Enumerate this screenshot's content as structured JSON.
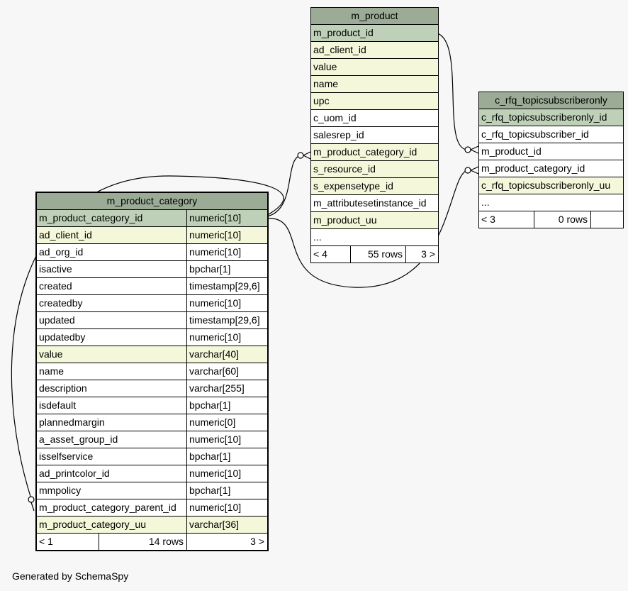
{
  "tables": {
    "m_product": {
      "name": "m_product",
      "columns": [
        {
          "name": "m_product_id",
          "style": "pk"
        },
        {
          "name": "ad_client_id",
          "style": "idx"
        },
        {
          "name": "value",
          "style": "idx"
        },
        {
          "name": "name",
          "style": "idx"
        },
        {
          "name": "upc",
          "style": "idx"
        },
        {
          "name": "c_uom_id",
          "style": ""
        },
        {
          "name": "salesrep_id",
          "style": ""
        },
        {
          "name": "m_product_category_id",
          "style": "idx"
        },
        {
          "name": "s_resource_id",
          "style": "idx"
        },
        {
          "name": "s_expensetype_id",
          "style": "idx"
        },
        {
          "name": "m_attributesetinstance_id",
          "style": ""
        },
        {
          "name": "m_product_uu",
          "style": "idx"
        },
        {
          "name": "...",
          "style": ""
        }
      ],
      "footer": {
        "parents": "< 4",
        "rows": "55 rows",
        "children": "3 >"
      }
    },
    "c_rfq_topicsubscriberonly": {
      "name": "c_rfq_topicsubscriberonly",
      "columns": [
        {
          "name": "c_rfq_topicsubscriberonly_id",
          "style": "pk"
        },
        {
          "name": "c_rfq_topicsubscriber_id",
          "style": ""
        },
        {
          "name": "m_product_id",
          "style": ""
        },
        {
          "name": "m_product_category_id",
          "style": ""
        },
        {
          "name": "c_rfq_topicsubscriberonly_uu",
          "style": "idx"
        },
        {
          "name": "...",
          "style": ""
        }
      ],
      "footer": {
        "parents": "< 3",
        "rows": "0 rows",
        "children": ""
      }
    },
    "m_product_category": {
      "name": "m_product_category",
      "columns": [
        {
          "name": "m_product_category_id",
          "type": "numeric[10]",
          "style": "pk"
        },
        {
          "name": "ad_client_id",
          "type": "numeric[10]",
          "style": "idx"
        },
        {
          "name": "ad_org_id",
          "type": "numeric[10]",
          "style": ""
        },
        {
          "name": "isactive",
          "type": "bpchar[1]",
          "style": ""
        },
        {
          "name": "created",
          "type": "timestamp[29,6]",
          "style": ""
        },
        {
          "name": "createdby",
          "type": "numeric[10]",
          "style": ""
        },
        {
          "name": "updated",
          "type": "timestamp[29,6]",
          "style": ""
        },
        {
          "name": "updatedby",
          "type": "numeric[10]",
          "style": ""
        },
        {
          "name": "value",
          "type": "varchar[40]",
          "style": "idx"
        },
        {
          "name": "name",
          "type": "varchar[60]",
          "style": ""
        },
        {
          "name": "description",
          "type": "varchar[255]",
          "style": ""
        },
        {
          "name": "isdefault",
          "type": "bpchar[1]",
          "style": ""
        },
        {
          "name": "plannedmargin",
          "type": "numeric[0]",
          "style": ""
        },
        {
          "name": "a_asset_group_id",
          "type": "numeric[10]",
          "style": ""
        },
        {
          "name": "isselfservice",
          "type": "bpchar[1]",
          "style": ""
        },
        {
          "name": "ad_printcolor_id",
          "type": "numeric[10]",
          "style": ""
        },
        {
          "name": "mmpolicy",
          "type": "bpchar[1]",
          "style": ""
        },
        {
          "name": "m_product_category_parent_id",
          "type": "numeric[10]",
          "style": ""
        },
        {
          "name": "m_product_category_uu",
          "type": "varchar[36]",
          "style": "idx"
        }
      ],
      "footer": {
        "parents": "< 1",
        "rows": "14 rows",
        "children": "3 >"
      }
    }
  },
  "footer_text": "Generated by SchemaSpy"
}
